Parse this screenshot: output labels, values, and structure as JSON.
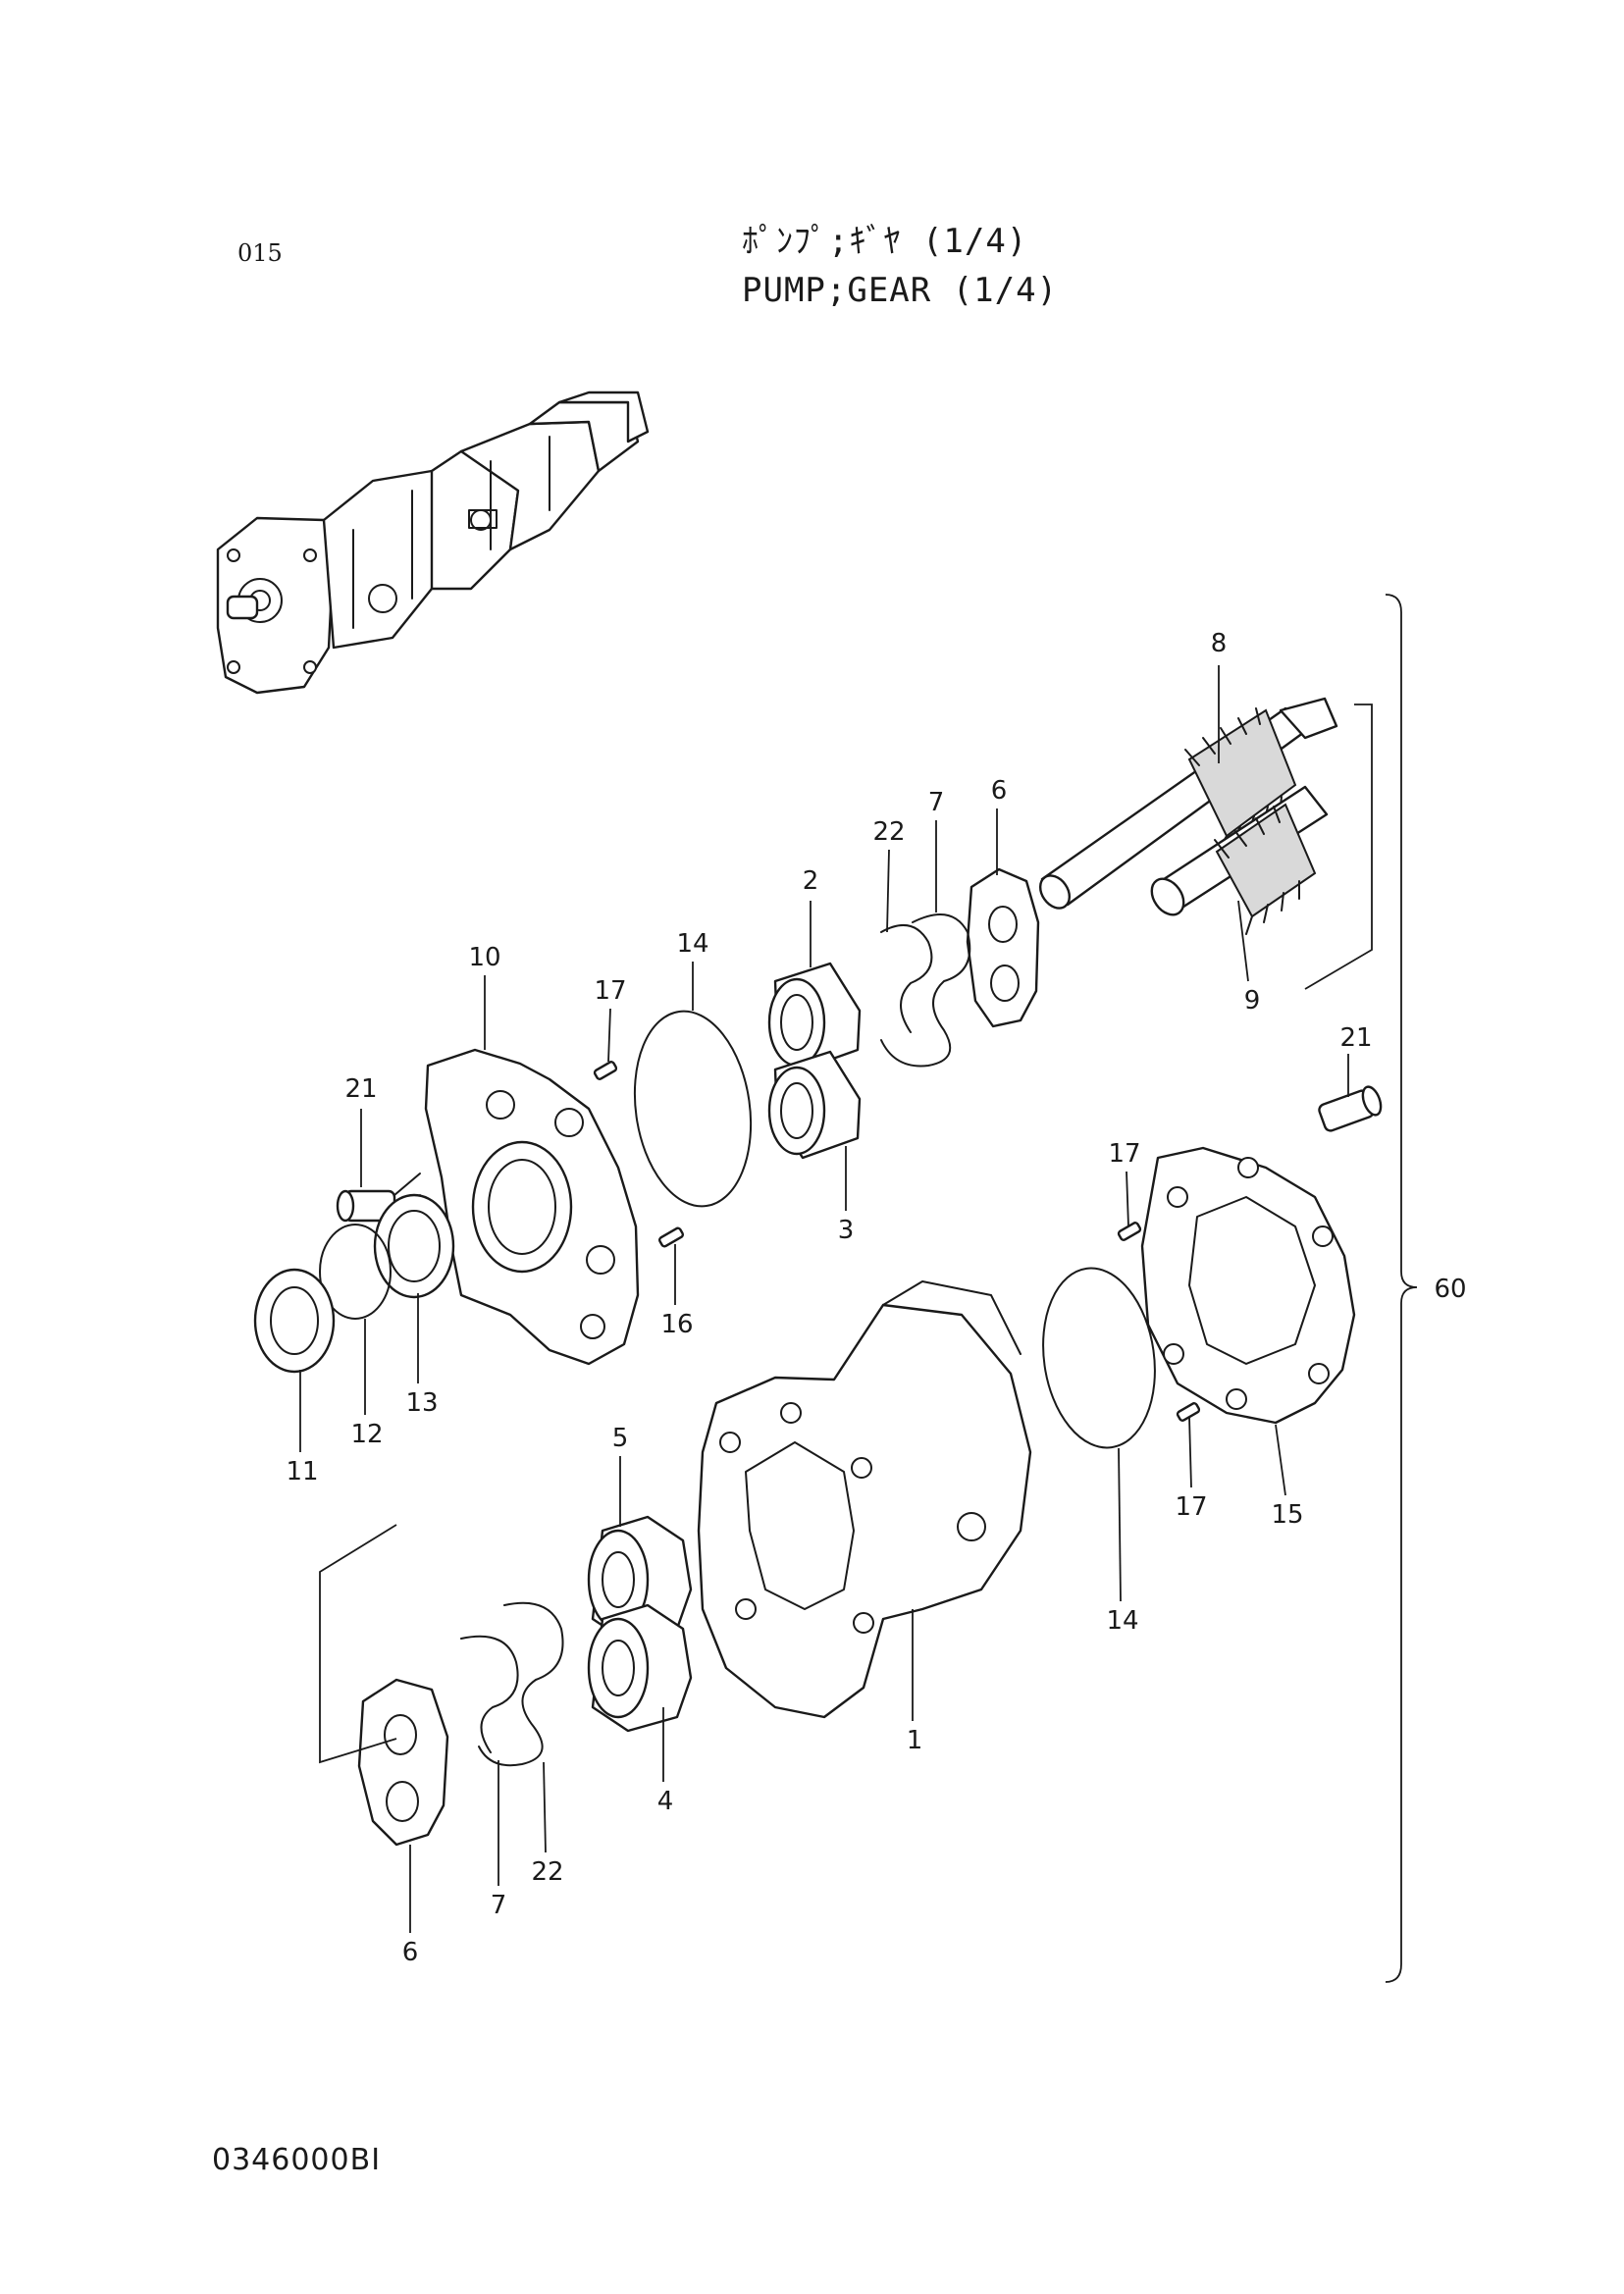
{
  "page_number": "015",
  "title_jp": "ﾎﾟﾝﾌﾟ;ｷﾞﾔ (1/4)",
  "title_en": "PUMP;GEAR (1/4)",
  "doc_code": "0346000BI",
  "assembly_callout": "60",
  "callouts": {
    "c1": "1",
    "c2": "2",
    "c3": "3",
    "c4": "4",
    "c5": "5",
    "c6a": "6",
    "c6b": "6",
    "c7a": "7",
    "c7b": "7",
    "c8": "8",
    "c9": "9",
    "c10": "10",
    "c11": "11",
    "c12": "12",
    "c13": "13",
    "c14a": "14",
    "c14b": "14",
    "c15": "15",
    "c16": "16",
    "c17a": "17",
    "c17b": "17",
    "c17c": "17",
    "c21a": "21",
    "c21b": "21",
    "c22a": "22",
    "c22b": "22"
  }
}
